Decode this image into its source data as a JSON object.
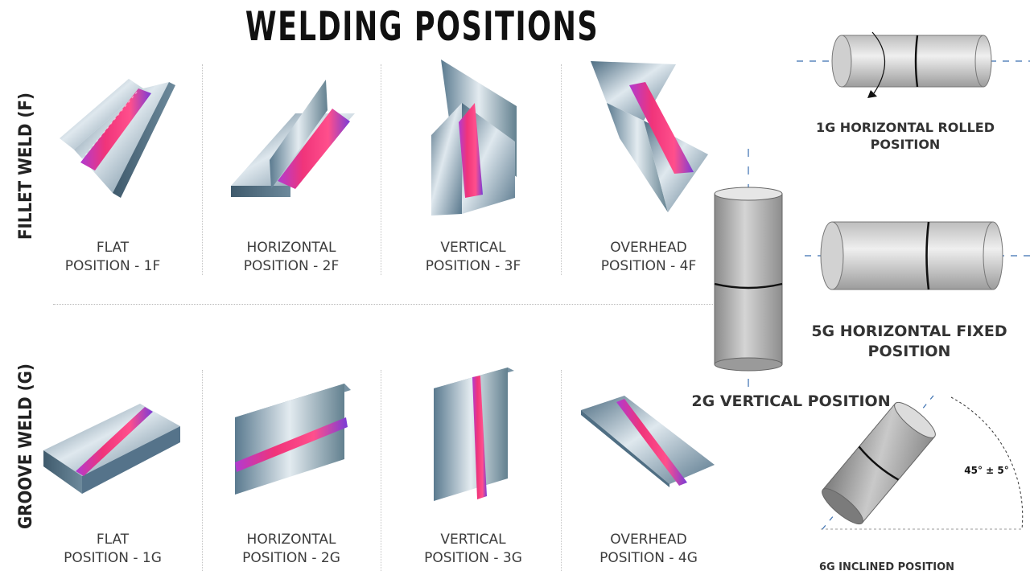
{
  "title": "WELDING POSITIONS",
  "side_labels": {
    "fillet": "FILLET WELD (F)",
    "groove": "GROOVE WELD (G)"
  },
  "fillet_positions": [
    {
      "line1": "FLAT",
      "line2": "POSITION - 1F"
    },
    {
      "line1": "HORIZONTAL",
      "line2": "POSITION - 2F"
    },
    {
      "line1": "VERTICAL",
      "line2": "POSITION - 3F"
    },
    {
      "line1": "OVERHEAD",
      "line2": "POSITION - 4F"
    }
  ],
  "groove_positions": [
    {
      "line1": "FLAT",
      "line2": "POSITION - 1G"
    },
    {
      "line1": "HORIZONTAL",
      "line2": "POSITION - 2G"
    },
    {
      "line1": "VERTICAL",
      "line2": "POSITION - 3G"
    },
    {
      "line1": "OVERHEAD",
      "line2": "POSITION - 4G"
    }
  ],
  "pipe_positions": {
    "p1g": {
      "line1": "1G HORIZONTAL ROLLED",
      "line2": "POSITION"
    },
    "p2g": "2G VERTICAL POSITION",
    "p5g": {
      "line1": "5G HORIZONTAL FIXED",
      "line2": "POSITION"
    },
    "p6g": "6G INCLINED POSITION",
    "angle": "45° ± 5°"
  },
  "colors": {
    "plate_dark": "#5f7d91",
    "plate_light": "#d8e2e9",
    "bead_pink": "#f0347a",
    "bead_purple": "#8a3bd6",
    "pipe_gray": "#a9a9a9",
    "axis_blue": "#3a6fb0"
  }
}
